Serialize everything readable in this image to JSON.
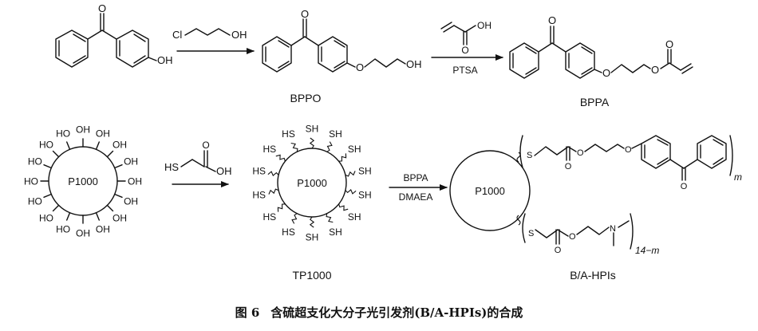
{
  "labels": {
    "bppo": "BPPO",
    "bppa": "BPPA",
    "tp1000": "TP1000",
    "product": "B/A-HPIs",
    "core_p1000": "P1000",
    "core_tp1000": "P1000",
    "core_product": "P1000"
  },
  "reagents": {
    "step1_reagent": "Cl⁀⁀⁀OH",
    "step2_catalyst": "PTSA",
    "step4_reagent1": "BPPA",
    "step4_reagent2": "DMAEA"
  },
  "atoms": {
    "oxygen": "O",
    "hydroxyl": "OH",
    "hydroxyl_left": "HO",
    "chlorine": "Cl",
    "thiol": "SH",
    "thiol_left": "HS",
    "sulfur": "S",
    "nitrogen": "N"
  },
  "subscripts": {
    "m": "m",
    "fourteen_minus_m": "14−m"
  },
  "caption": {
    "number": "图 6",
    "text": "含硫超支化大分子光引发剂(B/A-HPIs)的合成"
  }
}
